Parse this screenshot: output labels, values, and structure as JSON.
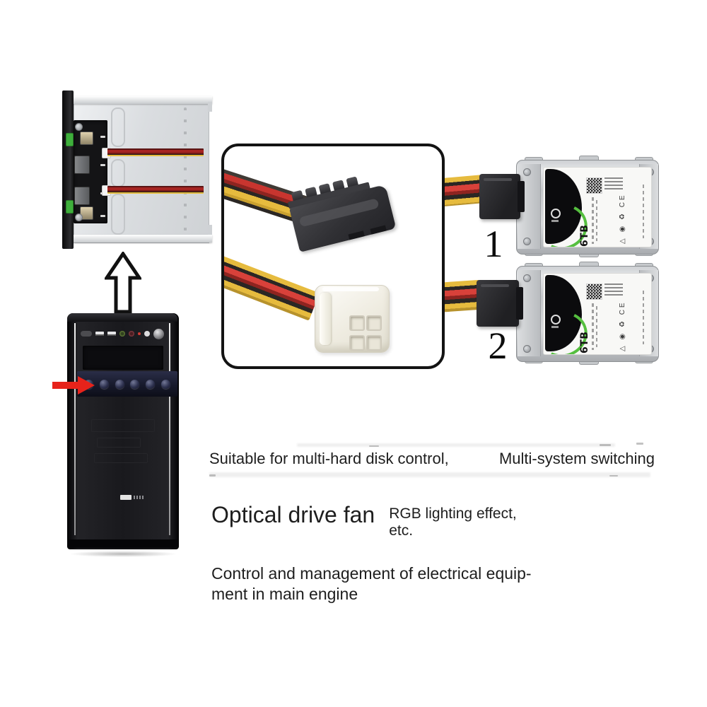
{
  "captions": {
    "line1_left": "Suitable for multi-hard disk control,",
    "line1_right": "Multi-system switching",
    "feature_title": "Optical drive fan",
    "feature_note_line1": "RGB lighting effect,",
    "feature_note_line2": "etc.",
    "bottom_line1": "Control and management of electrical equip-",
    "bottom_line2": "ment in main engine"
  },
  "drives": [
    {
      "number": "1",
      "capacity": "6TB"
    },
    {
      "number": "2",
      "capacity": "6TB"
    }
  ],
  "drive_label": {
    "cert_glyphs": "△ ◉ ♻ CE"
  },
  "icons": {
    "up_arrow": "install-direction-up-arrow",
    "red_arrow": "panel-location-pointer-arrow"
  },
  "colors": {
    "background": "#ffffff",
    "wire_red": "#c8352f",
    "wire_yellow": "#e6bb3e",
    "wire_black": "#2b2724",
    "pointer_arrow_red": "#e7231b",
    "panel_led_green": "#3faf3c",
    "drive_label_green": "#55bf3f"
  }
}
